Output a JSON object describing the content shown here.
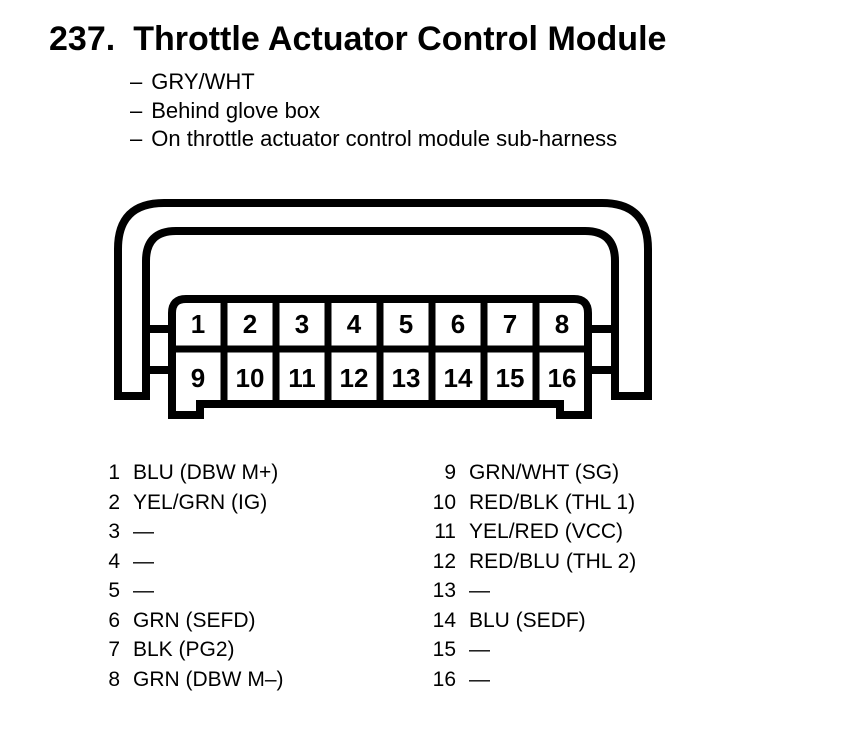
{
  "page": {
    "background_color": "#ffffff",
    "line_color": "#000000"
  },
  "header": {
    "figure_number": "237.",
    "title": "Throttle Actuator Control Module"
  },
  "notes": {
    "bullet": "–",
    "items": [
      "GRY/WHT",
      "Behind glove box",
      "On throttle actuator control module sub-harness"
    ]
  },
  "connector": {
    "top_row_pins": [
      "1",
      "2",
      "3",
      "4",
      "5",
      "6",
      "7",
      "8"
    ],
    "bottom_row_pins": [
      "9",
      "10",
      "11",
      "12",
      "13",
      "14",
      "15",
      "16"
    ]
  },
  "legend": {
    "left": [
      {
        "pin": "1",
        "label": "BLU (DBW M+)"
      },
      {
        "pin": "2",
        "label": "YEL/GRN (IG)"
      },
      {
        "pin": "3",
        "label": "—"
      },
      {
        "pin": "4",
        "label": "—"
      },
      {
        "pin": "5",
        "label": "—"
      },
      {
        "pin": "6",
        "label": "GRN (SEFD)"
      },
      {
        "pin": "7",
        "label": "BLK (PG2)"
      },
      {
        "pin": "8",
        "label": "GRN (DBW M–)"
      }
    ],
    "right": [
      {
        "pin": "9",
        "label": "GRN/WHT (SG)"
      },
      {
        "pin": "10",
        "label": "RED/BLK (THL 1)"
      },
      {
        "pin": "11",
        "label": "YEL/RED (VCC)"
      },
      {
        "pin": "12",
        "label": "RED/BLU (THL 2)"
      },
      {
        "pin": "13",
        "label": "—"
      },
      {
        "pin": "14",
        "label": "BLU (SEDF)"
      },
      {
        "pin": "15",
        "label": "—"
      },
      {
        "pin": "16",
        "label": "—"
      }
    ]
  }
}
